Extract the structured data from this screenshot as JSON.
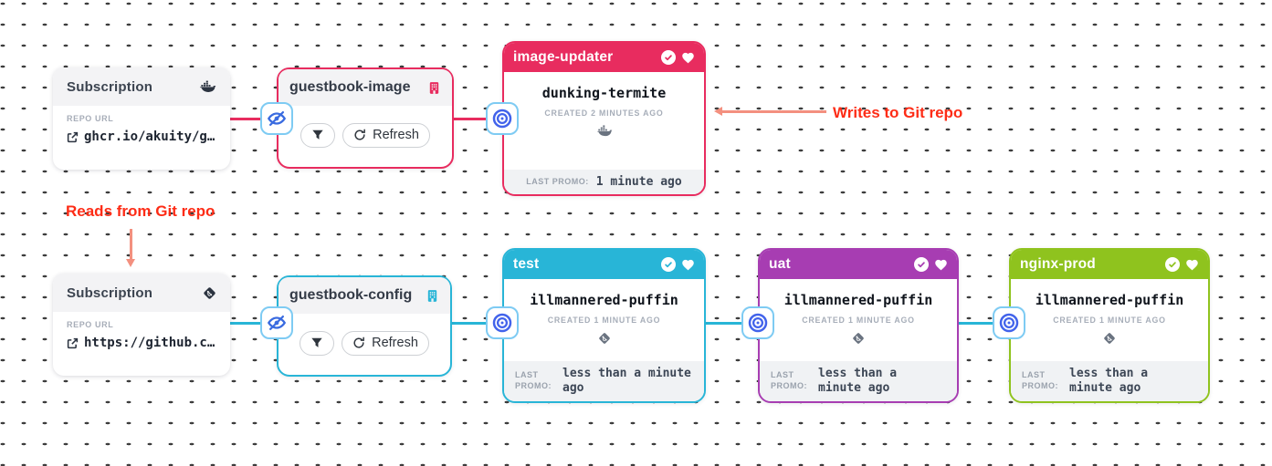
{
  "colors": {
    "crimson": "#e82c5f",
    "teal": "#28b5d7",
    "purple": "#a73db2",
    "green": "#8fc31e",
    "node_icon_border": "#7ecbf3",
    "eye_icon_blue": "#3a6be0",
    "target_icon_blue": "#4263eb",
    "annotation_text": "#fd2c16",
    "annotation_arrow": "#f3907f"
  },
  "annotations": {
    "writes_to_git": "Writes to Git repo",
    "reads_from_git": "Reads from Git repo"
  },
  "subscriptions": [
    {
      "title": "Subscription",
      "type_icon": "docker-icon",
      "repo_label": "REPO URL",
      "repo_url": "ghcr.io/akuity/g…"
    },
    {
      "title": "Subscription",
      "type_icon": "git-icon",
      "repo_label": "REPO URL",
      "repo_url": "https://github.c…"
    }
  ],
  "warehouses": [
    {
      "name": "guestbook-image",
      "accent": "#e82c5f",
      "type_icon": "warehouse-building-icon",
      "refresh_label": "Refresh"
    },
    {
      "name": "guestbook-config",
      "accent": "#28b5d7",
      "type_icon": "warehouse-building-icon",
      "refresh_label": "Refresh"
    }
  ],
  "stages": [
    {
      "name": "image-updater",
      "accent": "#e82c5f",
      "freight": "dunking-termite",
      "created": "CREATED 2 MINUTES AGO",
      "source_icon": "docker-icon",
      "promo_label": "LAST PROMO:",
      "promo_value": "1 minute ago"
    },
    {
      "name": "test",
      "accent": "#28b5d7",
      "freight": "illmannered-puffin",
      "created": "CREATED 1 MINUTE AGO",
      "source_icon": "git-icon",
      "promo_label": "LAST PROMO:",
      "promo_value": "less than a minute ago"
    },
    {
      "name": "uat",
      "accent": "#a73db2",
      "freight": "illmannered-puffin",
      "created": "CREATED 1 MINUTE AGO",
      "source_icon": "git-icon",
      "promo_label": "LAST PROMO:",
      "promo_value": "less than a minute ago"
    },
    {
      "name": "nginx-prod",
      "accent": "#8fc31e",
      "freight": "illmannered-puffin",
      "created": "CREATED 1 MINUTE AGO",
      "source_icon": "git-icon",
      "promo_label": "LAST PROMO:",
      "promo_value": "less than a minute ago"
    }
  ]
}
